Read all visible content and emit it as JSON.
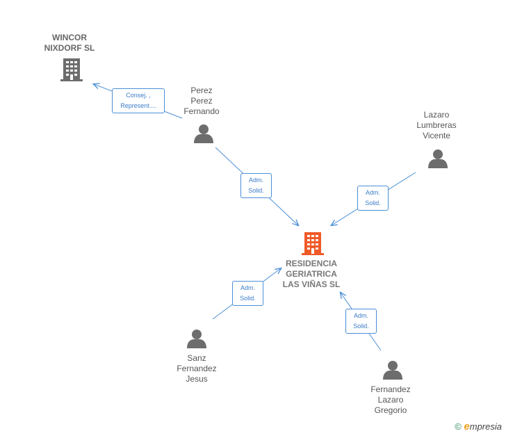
{
  "nodes": {
    "wincor": {
      "type": "company",
      "lines": [
        "WINCOR",
        "NIXDORF SL"
      ]
    },
    "perez": {
      "type": "person",
      "lines": [
        "Perez",
        "Perez",
        "Fernando"
      ]
    },
    "lazaro": {
      "type": "person",
      "lines": [
        "Lazaro",
        "Lumbreras",
        "Vicente"
      ]
    },
    "residencia": {
      "type": "company-main",
      "lines": [
        "RESIDENCIA",
        "GERIATRICA",
        "LAS VIÑAS SL"
      ]
    },
    "sanz": {
      "type": "person",
      "lines": [
        "Sanz",
        "Fernandez",
        "Jesus"
      ]
    },
    "fernandez": {
      "type": "person",
      "lines": [
        "Fernandez",
        "Lazaro",
        "Gregorio"
      ]
    }
  },
  "edges": [
    {
      "from": "perez",
      "to": "wincor",
      "label": [
        "Consej. ,",
        "Represent...."
      ]
    },
    {
      "from": "perez",
      "to": "residencia",
      "label": [
        "Adm.",
        "Solid."
      ]
    },
    {
      "from": "lazaro",
      "to": "residencia",
      "label": [
        "Adm.",
        "Solid."
      ]
    },
    {
      "from": "sanz",
      "to": "residencia",
      "label": [
        "Adm.",
        "Solid."
      ]
    },
    {
      "from": "fernandez",
      "to": "residencia",
      "label": [
        "Adm.",
        "Solid."
      ]
    }
  ],
  "colors": {
    "edge": "#4a8fd6",
    "icon_gray": "#6d6d6d",
    "icon_main": "#f05a28"
  },
  "watermark": {
    "copyright": "©",
    "e": "e",
    "brand": "mpresia"
  }
}
